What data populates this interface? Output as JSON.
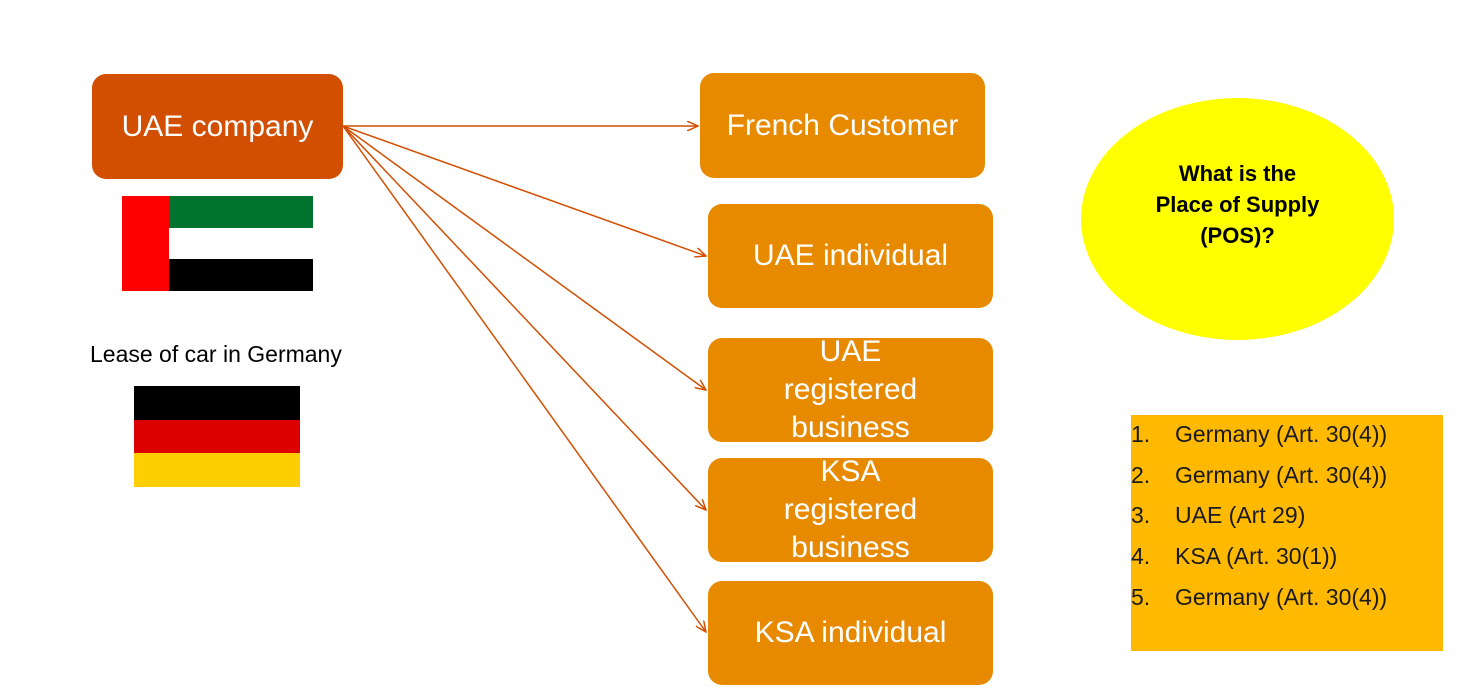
{
  "source": {
    "label": "UAE company"
  },
  "caption": "Lease of car in Germany",
  "targets": [
    {
      "label": "French Customer"
    },
    {
      "label": "UAE individual"
    },
    {
      "label": "UAE registered business"
    },
    {
      "label": "KSA registered business"
    },
    {
      "label": "KSA individual"
    }
  ],
  "question": "What is the Place of Supply (POS)?",
  "answers": [
    {
      "num": "1.",
      "text": "Germany (Art. 30(4))"
    },
    {
      "num": "2.",
      "text": "Germany (Art. 30(4))"
    },
    {
      "num": "3.",
      "text": "UAE (Art 29)"
    },
    {
      "num": "4.",
      "text": "KSA (Art. 30(1))"
    },
    {
      "num": "5.",
      "text": "Germany (Art. 30(4))"
    }
  ],
  "colors": {
    "source_box": "#D24E01",
    "target_box": "#E88A00",
    "arrow": "#D24E01",
    "question_ellipse": "#FFFF00",
    "answers_box": "#FFB900"
  },
  "flags": [
    {
      "name": "uae-flag",
      "colors": [
        "#FF0000",
        "#00732F",
        "#FFFFFF",
        "#000000"
      ]
    },
    {
      "name": "germany-flag",
      "colors": [
        "#000000",
        "#DD0000",
        "#FFCE00"
      ]
    }
  ]
}
